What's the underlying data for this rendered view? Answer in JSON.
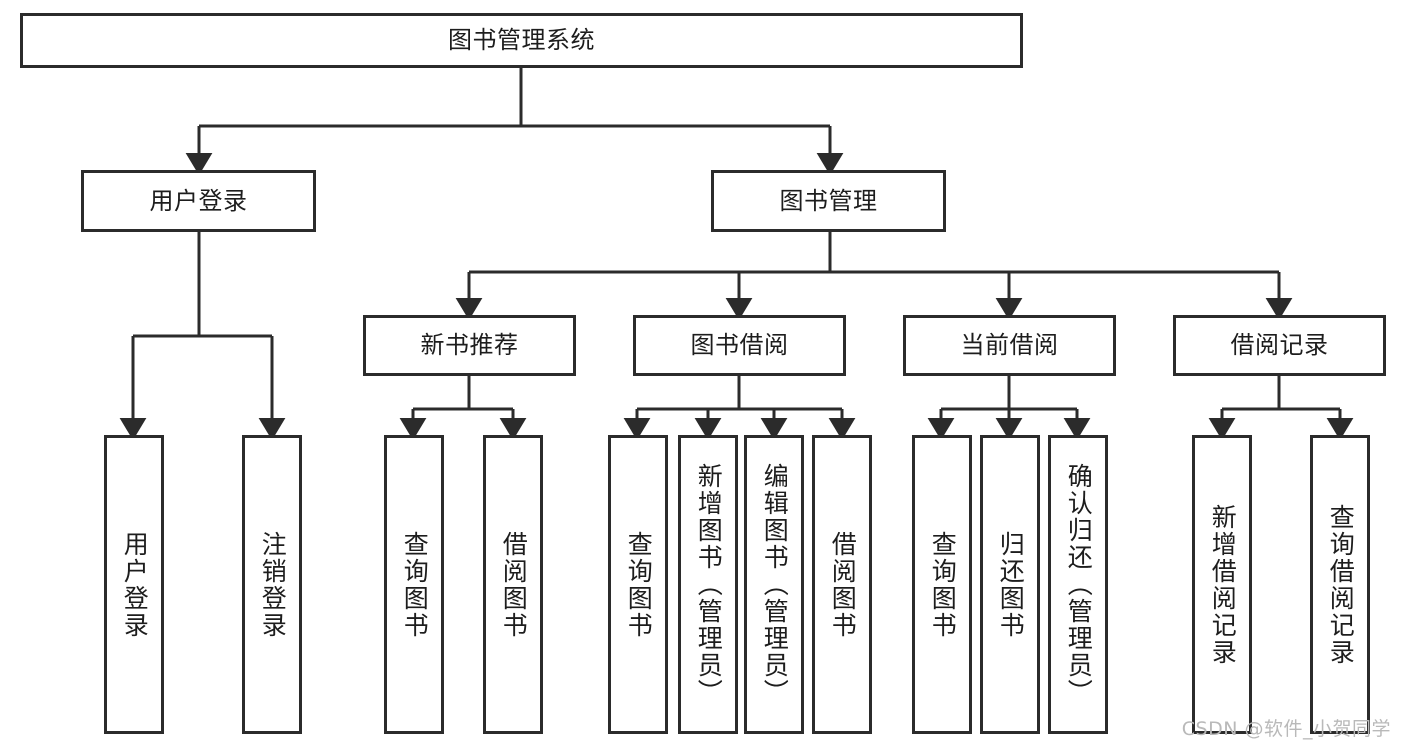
{
  "diagram": {
    "title": "图书管理系统",
    "type": "tree-hierarchy",
    "watermark": "CSDN @软件_小贺同学",
    "colors": {
      "box_border": "#2b2b2b",
      "background": "#ffffff",
      "edge": "#2b2b2b",
      "text": "#1d1d1d",
      "watermark": "#b9b9b9"
    },
    "levels": {
      "root": {
        "label": "图书管理系统"
      },
      "level2": [
        {
          "label": "用户登录"
        },
        {
          "label": "图书管理"
        }
      ],
      "level3": [
        {
          "label": "新书推荐"
        },
        {
          "label": "图书借阅"
        },
        {
          "label": "当前借阅"
        },
        {
          "label": "借阅记录"
        }
      ],
      "leaves": [
        {
          "label": "用户登录",
          "parent": "用户登录"
        },
        {
          "label": "注销登录",
          "parent": "用户登录"
        },
        {
          "label": "查询图书",
          "parent": "新书推荐"
        },
        {
          "label": "借阅图书",
          "parent": "新书推荐"
        },
        {
          "label": "查询图书",
          "parent": "图书借阅"
        },
        {
          "label": "新增图书（管理员）",
          "parent": "图书借阅"
        },
        {
          "label": "编辑图书（管理员）",
          "parent": "图书借阅"
        },
        {
          "label": "借阅图书",
          "parent": "图书借阅"
        },
        {
          "label": "查询图书",
          "parent": "当前借阅"
        },
        {
          "label": "归还图书",
          "parent": "当前借阅"
        },
        {
          "label": "确认归还（管理员）",
          "parent": "当前借阅"
        },
        {
          "label": "新增借阅记录",
          "parent": "借阅记录"
        },
        {
          "label": "查询借阅记录",
          "parent": "借阅记录"
        }
      ]
    }
  }
}
